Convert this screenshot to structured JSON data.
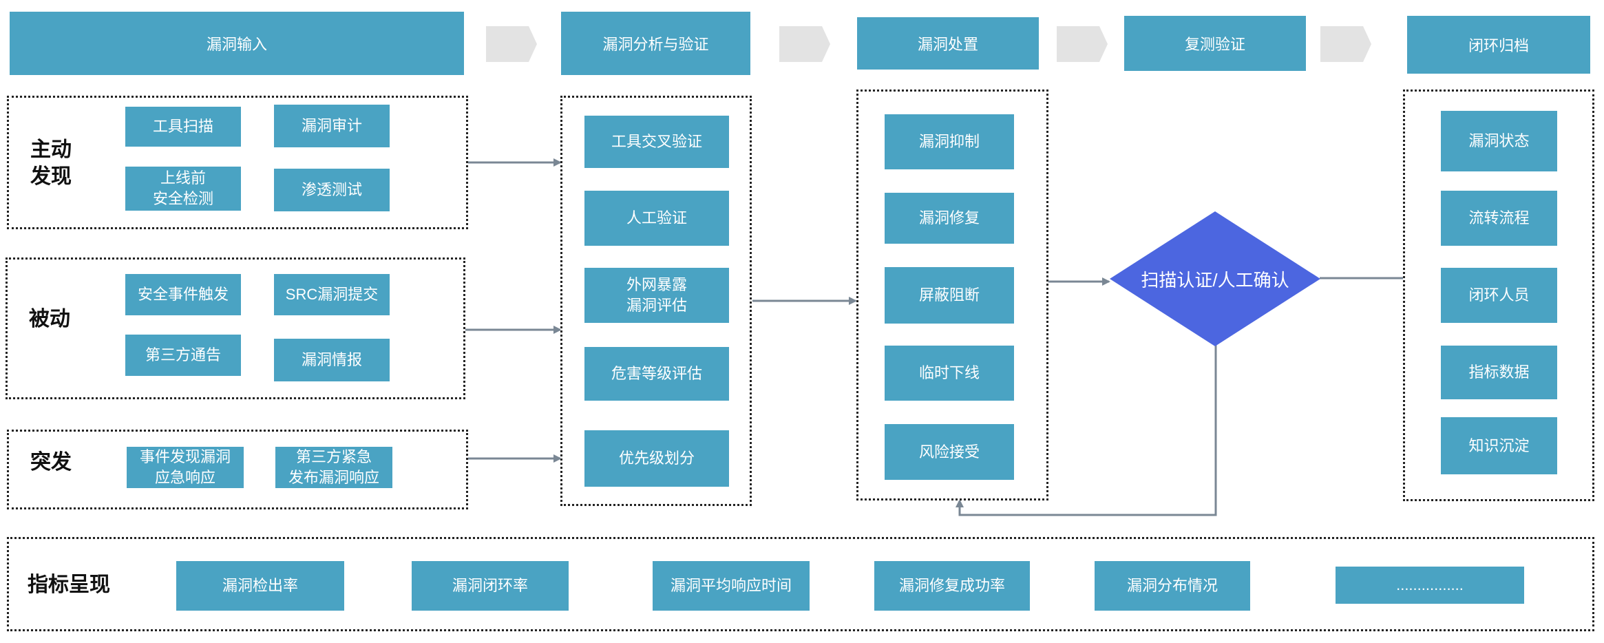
{
  "stages": [
    "漏洞输入",
    "漏洞分析与验证",
    "漏洞处置",
    "复测验证",
    "闭环归档"
  ],
  "input_groups": {
    "active": {
      "label": "主动\n发现",
      "items": [
        "工具扫描",
        "漏洞审计",
        "上线前\n安全检测",
        "渗透测试"
      ]
    },
    "passive": {
      "label": "被动",
      "items": [
        "安全事件触发",
        "SRC漏洞提交",
        "第三方通告",
        "漏洞情报"
      ]
    },
    "sudden": {
      "label": "突发",
      "items": [
        "事件发现漏洞\n应急响应",
        "第三方紧急\n发布漏洞响应"
      ]
    }
  },
  "analysis_items": [
    "工具交叉验证",
    "人工验证",
    "外网暴露\n漏洞评估",
    "危害等级评估",
    "优先级划分"
  ],
  "disposal_items": [
    "漏洞抑制",
    "漏洞修复",
    "屏蔽阻断",
    "临时下线",
    "风险接受"
  ],
  "decision": "扫描认证/人工确认",
  "archive_items": [
    "漏洞状态",
    "流转流程",
    "闭环人员",
    "指标数据",
    "知识沉淀"
  ],
  "metrics": {
    "label": "指标呈现",
    "items": [
      "漏洞检出率",
      "漏洞闭环率",
      "漏洞平均响应时间",
      "漏洞修复成功率",
      "漏洞分布情况",
      "................"
    ]
  },
  "colors": {
    "box": "#4aa3c3",
    "diamond": "#4c66e0",
    "arrow": "#7a8794",
    "chevron": "#e3e3e3"
  }
}
